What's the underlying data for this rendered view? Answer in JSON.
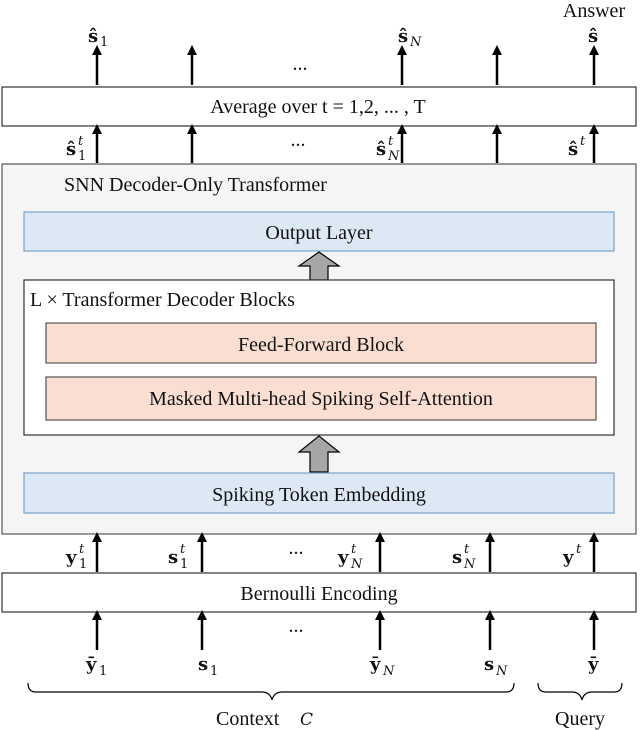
{
  "labels": {
    "answer": "Answer",
    "average": "Average over t = 1,2, ... , T",
    "snn_title": "SNN Decoder-Only Transformer",
    "output_layer": "Output Layer",
    "decoder_blocks": "L × Transformer Decoder Blocks",
    "feed_forward": "Feed-Forward Block",
    "attention": "Masked Multi-head Spiking Self-Attention",
    "embedding": "Spiking Token Embedding",
    "bernoulli": "Bernoulli Encoding",
    "context": "Context",
    "context_symbol": "C",
    "query": "Query",
    "ellipsis": "..."
  },
  "top_outputs": [
    {
      "base": "ŝ",
      "sub": "1"
    },
    {
      "base": "ŝ",
      "sub": "N"
    },
    {
      "base": "ŝ",
      "sub": ""
    }
  ],
  "mid_outputs": [
    {
      "base": "ŝ",
      "sup": "t",
      "sub": "1"
    },
    {
      "base": "ŝ",
      "sup": "t",
      "sub": "N"
    },
    {
      "base": "ŝ",
      "sup": "t",
      "sub": ""
    }
  ],
  "encoded_inputs": [
    {
      "base": "y",
      "sup": "t",
      "sub": "1"
    },
    {
      "base": "s",
      "sup": "t",
      "sub": "1"
    },
    {
      "base": "y",
      "sup": "t",
      "sub": "N"
    },
    {
      "base": "s",
      "sup": "t",
      "sub": "N"
    },
    {
      "base": "y",
      "sup": "t",
      "sub": ""
    }
  ],
  "raw_inputs": [
    {
      "base": "ȳ",
      "sub": "1"
    },
    {
      "base": "s",
      "sub": "1"
    },
    {
      "base": "ȳ",
      "sub": "N"
    },
    {
      "base": "s",
      "sub": "N"
    },
    {
      "base": "ȳ",
      "sub": ""
    }
  ],
  "colors": {
    "outer_block_fill": "#f5f5f5",
    "blue_block_fill": "#dce9f5",
    "blue_block_stroke": "#7aa2c8",
    "pink_block_fill": "#fbded2",
    "gray_arrow_fill": "#a6a6a6"
  }
}
